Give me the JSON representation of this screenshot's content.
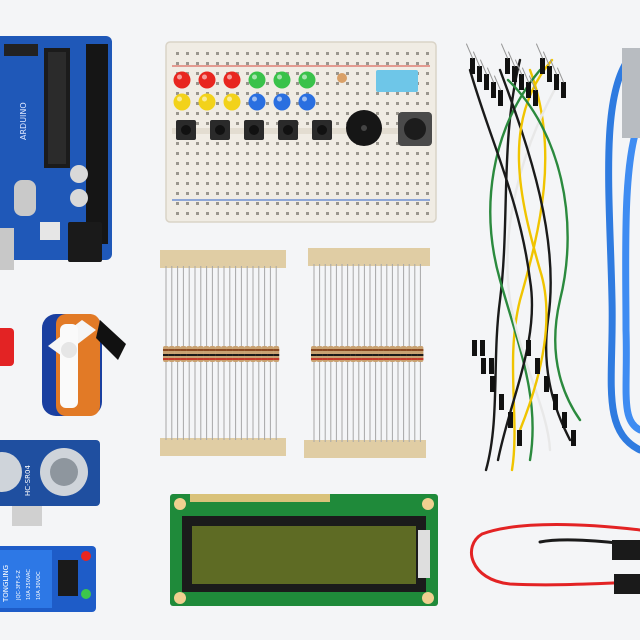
{
  "photo": {
    "background_color": "#f4f5f7",
    "arduino": {
      "board_text": "ARDUINO",
      "color": "#1f58b8"
    },
    "ultrasonic": {
      "label": "HC-SR04",
      "color": "#1f4fa0"
    },
    "relay": {
      "brand": "TONGLING",
      "spec": "JQC-3FF-S-Z",
      "rating_1": "10A 250VAC",
      "rating_2": "10A 30VDC",
      "color": "#1e5cc8"
    },
    "lcd": {
      "screen_color": "#5e6b24",
      "pcb_color": "#1f8a3a"
    },
    "breadboard": {
      "color": "#f0ece4"
    },
    "led_colors": [
      "#e8261f",
      "#e8261f",
      "#e8261f",
      "#39c24a",
      "#39c24a",
      "#39c24a",
      "#f2d21a",
      "#f2d21a",
      "#f2d21a",
      "#2a6fe0",
      "#2a6fe0",
      "#2a6fe0"
    ],
    "usb_cable_color": "#2f7be0",
    "jumper_colors": [
      "#1a1a1a",
      "#f0c400",
      "#2b8a3e",
      "#e8e8e8",
      "#1a1a1a",
      "#f0c400",
      "#2b8a3e",
      "#1a1a1a"
    ]
  }
}
